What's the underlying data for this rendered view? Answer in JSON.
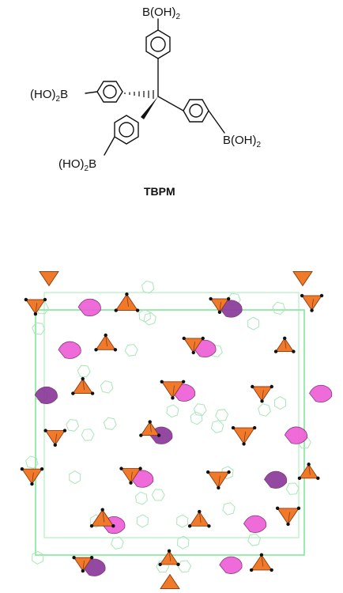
{
  "molecule": {
    "name": "TBPM",
    "labels": {
      "top": {
        "main": "B(OH)",
        "sub": "2"
      },
      "left": {
        "pre": "(HO)",
        "sub": "2",
        "post": "B"
      },
      "right": {
        "main": "B(OH)",
        "sub": "2"
      },
      "bottom": {
        "pre": "(HO)",
        "sub": "2",
        "post": "B"
      }
    }
  },
  "crystal": {
    "colors": {
      "cell_edge": "#7ee89a",
      "framework_atom": "#111111",
      "tetrahedron": "#f07a2a",
      "ring_unit": "#ee5fd6",
      "ring_unit_dark": "#8a3a9a",
      "faint_atom": "#a8e6b8"
    }
  }
}
